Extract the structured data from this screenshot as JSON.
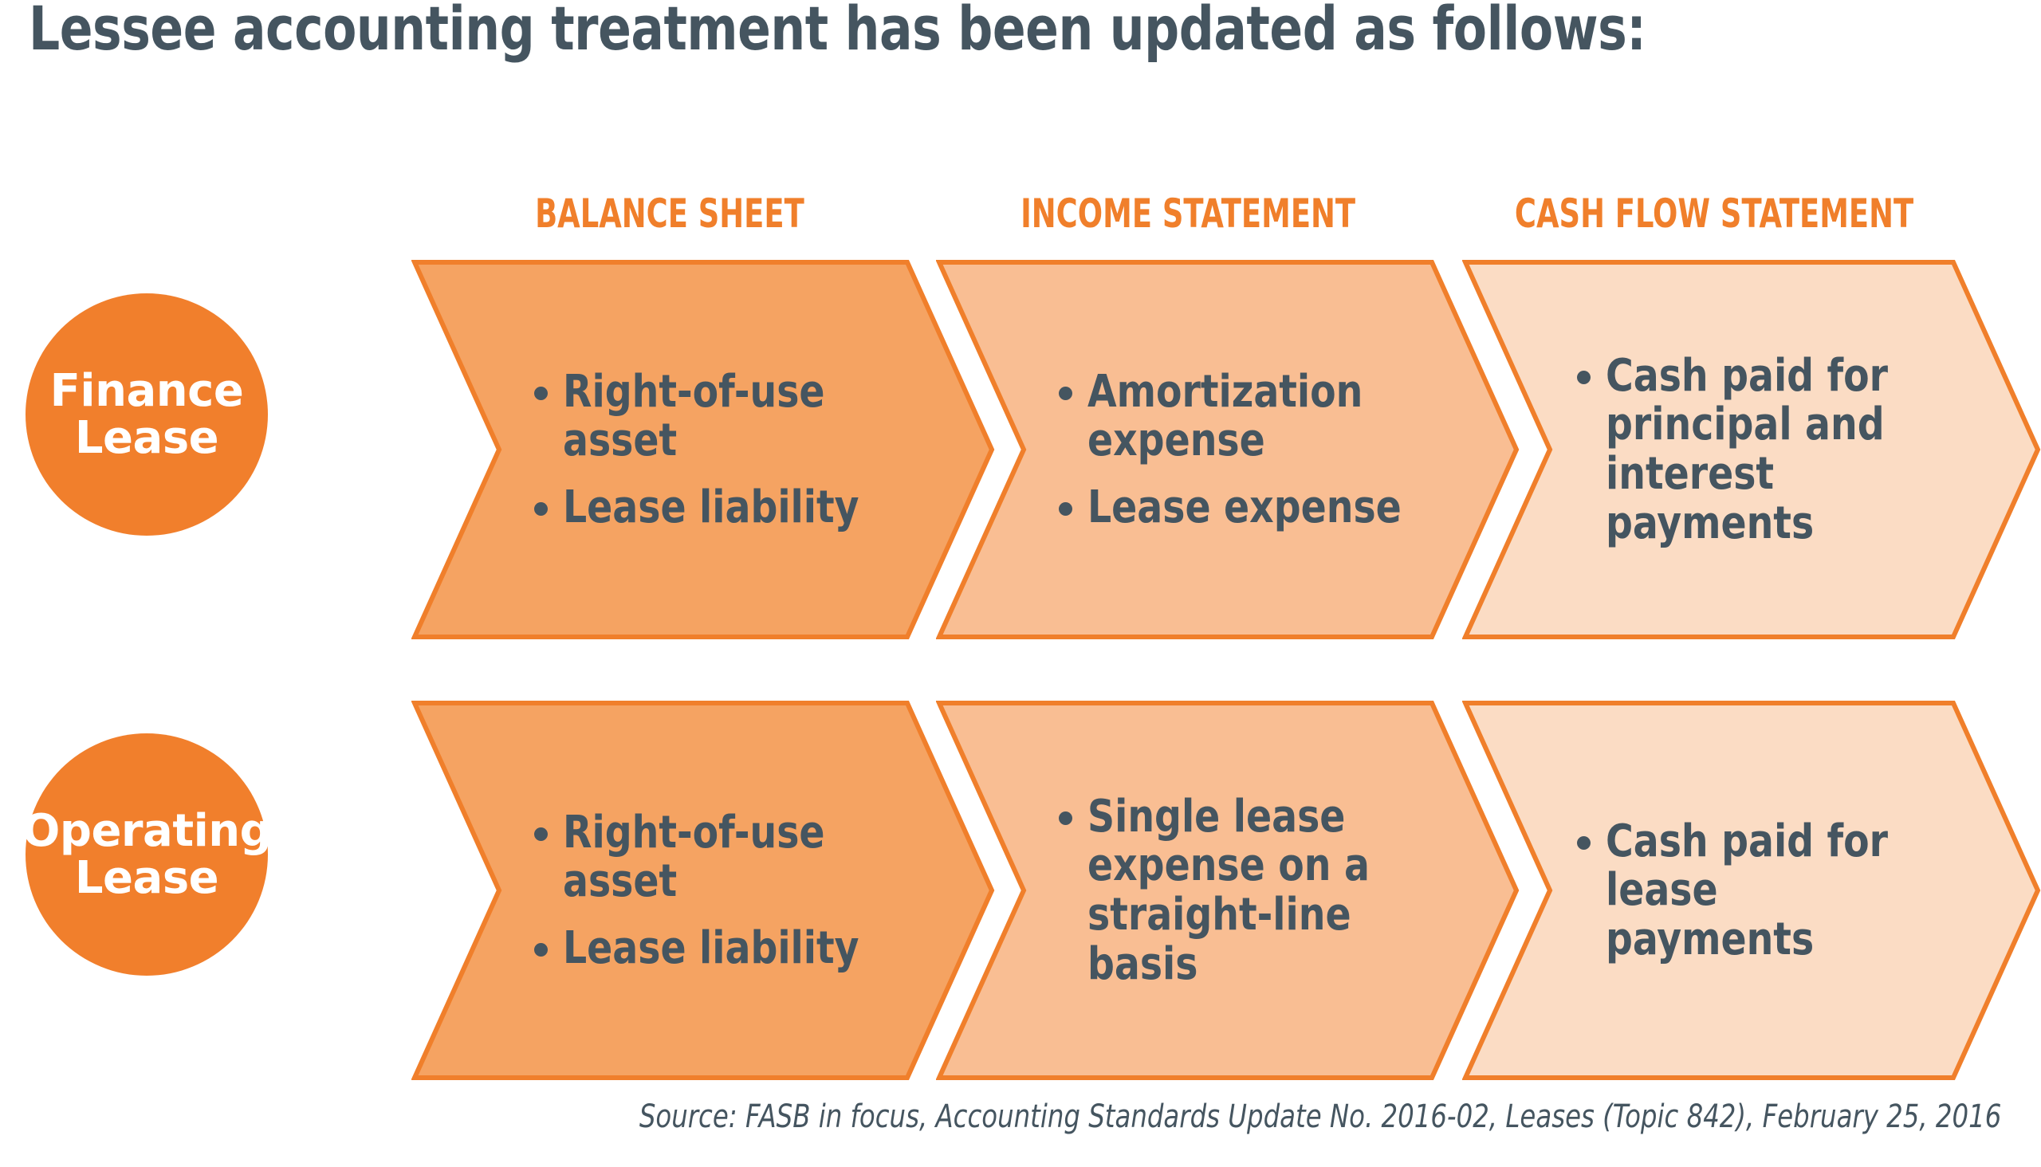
{
  "title": "Lessee accounting treatment has been updated as follows:",
  "colors": {
    "title_text": "#455560",
    "header_text": "#F07F2B",
    "circle_fill": "#F17F2C",
    "circle_text": "#FFFFFF",
    "chevron_stroke": "#F07F2B",
    "chevron_fill_1": "#F5A362",
    "chevron_fill_2": "#F9BE93",
    "chevron_fill_3": "#FBDCC4",
    "bullet_text": "#455560",
    "background": "#FFFFFF"
  },
  "columns": [
    {
      "label": "BALANCE SHEET"
    },
    {
      "label": "INCOME STATEMENT"
    },
    {
      "label": "CASH FLOW STATEMENT"
    }
  ],
  "rows": [
    {
      "circle_label": "Finance\nLease",
      "circle_line1": "Finance",
      "circle_line2": "Lease",
      "cells": [
        {
          "bullets": [
            "Right-of-use asset",
            "Lease liability"
          ]
        },
        {
          "bullets": [
            "Amortization expense",
            "Lease expense"
          ]
        },
        {
          "bullets": [
            "Cash paid for principal and interest payments"
          ]
        }
      ]
    },
    {
      "circle_label": "Operating\nLease",
      "circle_line1": "Operating",
      "circle_line2": "Lease",
      "cells": [
        {
          "bullets": [
            "Right-of-use asset",
            "Lease liability"
          ]
        },
        {
          "bullets": [
            "Single lease expense on a straight-line basis"
          ]
        },
        {
          "bullets": [
            "Cash paid for lease payments"
          ]
        }
      ]
    }
  ],
  "source": "Source: FASB in focus, Accounting Standards Update No. 2016-02, Leases (Topic 842), February 25, 2016"
}
